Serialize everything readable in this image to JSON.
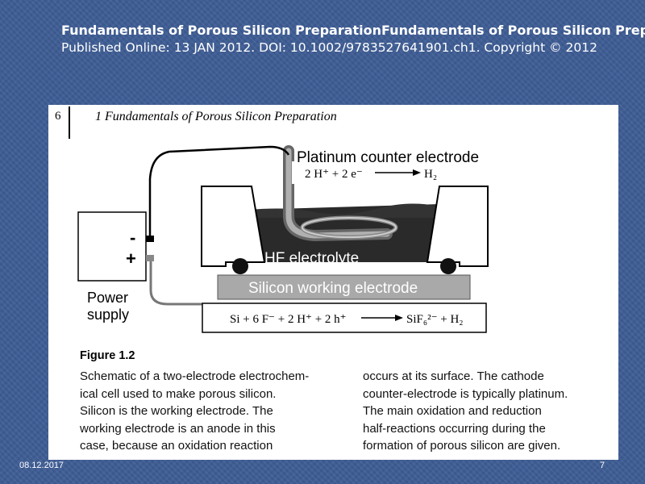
{
  "header": {
    "title": "Fundamentals of Porous Silicon PreparationFundamentals of Porous Silicon Preparation",
    "published": "Published Online: 13 JAN 2012. DOI: 10.1002/9783527641901.ch1. Copyright © 2012"
  },
  "book_page": {
    "number": "6",
    "running_head": "1  Fundamentals of Porous Silicon Preparation"
  },
  "diagram": {
    "counter_electrode_label": "Platinum counter electrode",
    "cathode_reaction_lhs": "2 H⁺ + 2 e⁻",
    "cathode_reaction_rhs": "H₂",
    "electrolyte_label": "HF electrolyte",
    "working_electrode_label": "Silicon working electrode",
    "anode_reaction_lhs": "Si + 6 F⁻ + 2 H⁺ + 2 h⁺",
    "anode_reaction_rhs": "SiF₆²⁻ + H₂",
    "power_supply_line1": "Power",
    "power_supply_line2": "supply",
    "minus_sign": "-",
    "plus_sign": "+"
  },
  "figure": {
    "label": "Figure 1.2",
    "caption_left": [
      "Schematic of a two-electrode electrochem-",
      "ical cell used to make porous silicon.",
      "Silicon is the working electrode. The",
      "working electrode is an anode in this",
      "case, because an oxidation reaction"
    ],
    "caption_right": [
      "occurs at its surface. The cathode",
      "counter-electrode is typically platinum.",
      "The main oxidation and reduction",
      "half-reactions occurring during the",
      "formation of porous silicon are given."
    ]
  },
  "footer": {
    "date": "08.12.2017",
    "slide_number": "7"
  }
}
